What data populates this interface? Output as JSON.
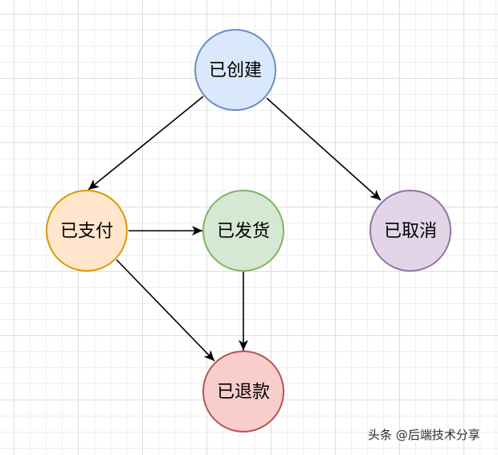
{
  "nodes": [
    {
      "label": "已创建",
      "fill": "#dae8fc",
      "stroke": "#6c8ebf"
    },
    {
      "label": "已支付",
      "fill": "#ffe6cc",
      "stroke": "#d79b00"
    },
    {
      "label": "已发货",
      "fill": "#d5e8d4",
      "stroke": "#82b366"
    },
    {
      "label": "已取消",
      "fill": "#e1d5e7",
      "stroke": "#9673a6"
    },
    {
      "label": "已退款",
      "fill": "#f8cecc",
      "stroke": "#b85450"
    }
  ],
  "edges": [
    [
      0,
      1
    ],
    [
      0,
      3
    ],
    [
      1,
      2
    ],
    [
      1,
      4
    ],
    [
      2,
      4
    ]
  ],
  "edge_color": "#000000",
  "watermark": "头条 @后端技术分享"
}
